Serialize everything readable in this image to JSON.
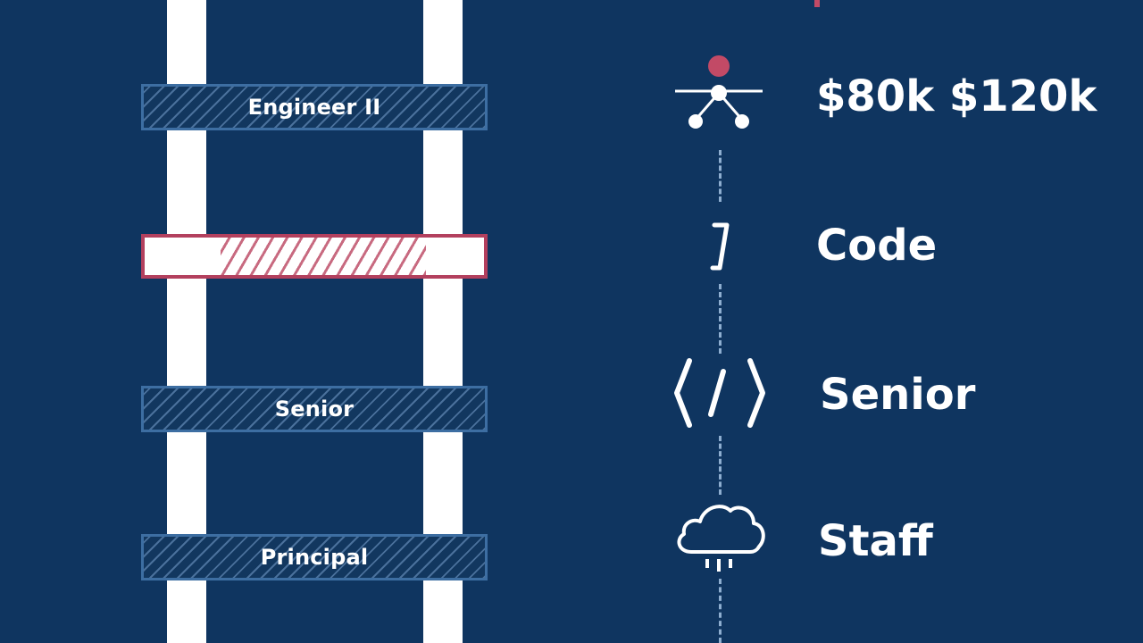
{
  "ladder": {
    "rungs": [
      {
        "label": "Engineer II"
      },
      {
        "label": ""
      },
      {
        "label": "Senior"
      },
      {
        "label": "Principal"
      }
    ]
  },
  "timeline": {
    "steps": [
      {
        "icon": "people-network-icon",
        "label": "$80k $120k"
      },
      {
        "icon": "slash-icon",
        "label": "Code"
      },
      {
        "icon": "code-brackets-icon",
        "label": "Senior"
      },
      {
        "icon": "cloud-icon",
        "label": "Staff"
      }
    ]
  },
  "colors": {
    "background": "#0f3560",
    "rail": "#ffffff",
    "rung_border": "#3d6ea2",
    "highlight_border": "#b3405e",
    "accent": "#c24a66",
    "dash": "#8eaed0"
  }
}
